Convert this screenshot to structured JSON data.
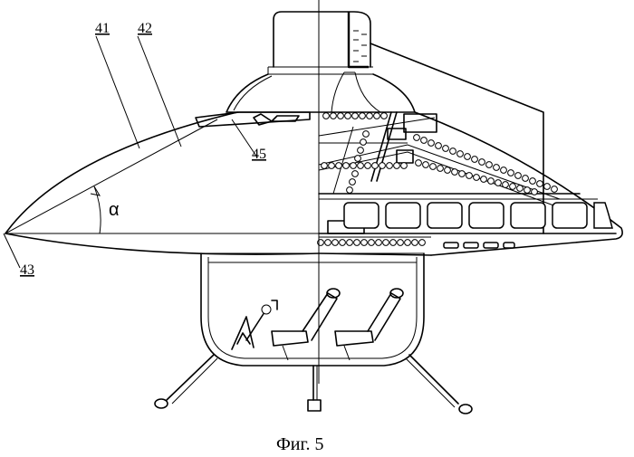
{
  "labels": {
    "l41": "41",
    "l42": "42",
    "l43": "43",
    "l45": "45",
    "alpha": "α"
  },
  "caption": "Фиг. 5"
}
